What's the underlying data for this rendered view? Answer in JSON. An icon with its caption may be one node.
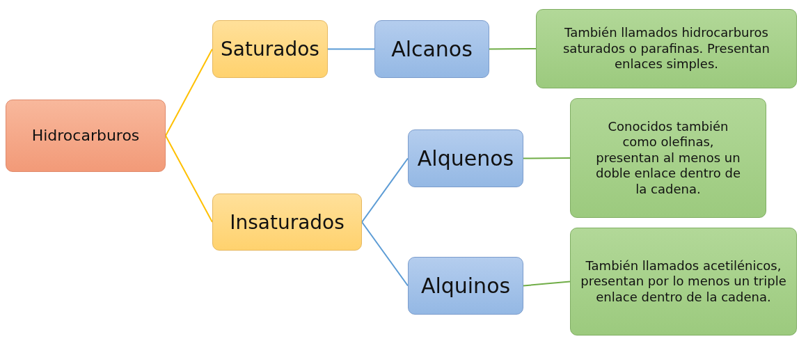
{
  "diagram": {
    "nodes": [
      {
        "text": [
          "Hidrocarburos"
        ]
      },
      {
        "text": [
          "Saturados"
        ]
      },
      {
        "text": [
          "Insaturados"
        ]
      },
      {
        "text": [
          "Alcanos"
        ]
      },
      {
        "text": [
          "Alquenos"
        ]
      },
      {
        "text": [
          "Alquinos"
        ]
      },
      {
        "text": [
          "También llamados hidrocarburos saturados o parafinas. Presentan enlaces simples."
        ]
      },
      {
        "text": [
          "Conocidos también como olefinas, presentan al menos un doble enlace dentro de la cadena."
        ]
      },
      {
        "text": [
          "También llamados acetilénicos, presentan por lo menos un triple enlace dentro de la cadena."
        ]
      }
    ],
    "edges": [
      {
        "from": 0,
        "to": 1,
        "arrow": "none",
        "color": "#ffc000"
      },
      {
        "from": 0,
        "to": 2,
        "arrow": "none",
        "color": "#ffc000"
      },
      {
        "from": 1,
        "to": 3,
        "arrow": "none",
        "color": "#5b9bd5"
      },
      {
        "from": 2,
        "to": 4,
        "arrow": "none",
        "color": "#5b9bd5"
      },
      {
        "from": 2,
        "to": 5,
        "arrow": "none",
        "color": "#5b9bd5"
      },
      {
        "from": 3,
        "to": 6,
        "arrow": "none",
        "color": "#70ad47"
      },
      {
        "from": 4,
        "to": 7,
        "arrow": "none",
        "color": "#70ad47"
      },
      {
        "from": 5,
        "to": 8,
        "arrow": "none",
        "color": "#70ad47"
      }
    ]
  }
}
